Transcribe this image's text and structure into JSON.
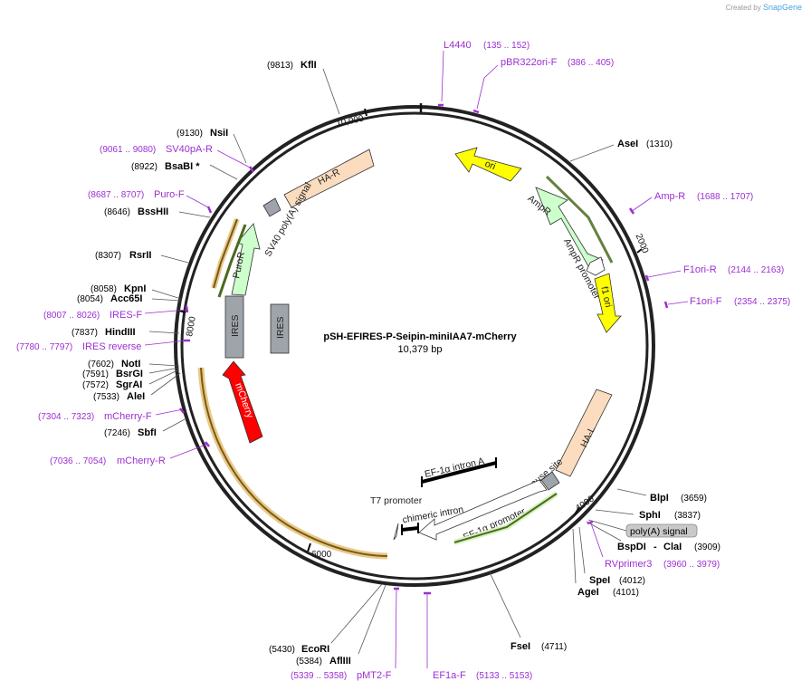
{
  "credit": {
    "prefix": "Created by",
    "brand": "SnapGene"
  },
  "plasmid": {
    "name": "pSH-EFIRES-P-Seipin-miniIAA7-mCherry",
    "size": "10,379 bp"
  },
  "ticks": [
    "2000",
    "4000",
    "6000",
    "8000",
    "10,000"
  ],
  "sites": [
    {
      "name": "KflI",
      "pos": "(9813)"
    },
    {
      "name": "AseI",
      "pos": "(1310)"
    },
    {
      "name": "NsiI",
      "pos": "(9130)"
    },
    {
      "name": "BsaBI *",
      "pos": "(8922)"
    },
    {
      "name": "BssHII",
      "pos": "(8646)"
    },
    {
      "name": "RsrII",
      "pos": "(8307)"
    },
    {
      "name": "KpnI",
      "pos": "(8058)"
    },
    {
      "name": "Acc65I",
      "pos": "(8054)"
    },
    {
      "name": "HindIII",
      "pos": "(7837)"
    },
    {
      "name": "NotI",
      "pos": "(7602)"
    },
    {
      "name": "BsrGI",
      "pos": "(7591)"
    },
    {
      "name": "SgrAI",
      "pos": "(7572)"
    },
    {
      "name": "AleI",
      "pos": "(7533)"
    },
    {
      "name": "SbfI",
      "pos": "(7246)"
    },
    {
      "name": "BlpI",
      "pos": "(3659)"
    },
    {
      "name": "SphI",
      "pos": "(3837)"
    },
    {
      "name": "BspDI",
      "pos": "(3909)"
    },
    {
      "name": "ClaI",
      "pos": ""
    },
    {
      "name": "SpeI",
      "pos": "(4012)"
    },
    {
      "name": "AgeI",
      "pos": "(4101)"
    },
    {
      "name": "FseI",
      "pos": "(4711)"
    },
    {
      "name": "EcoRI",
      "pos": "(5430)"
    },
    {
      "name": "AflIII",
      "pos": "(5384)"
    }
  ],
  "primers": [
    {
      "name": "L4440",
      "pos": "(135 .. 152)"
    },
    {
      "name": "pBR322ori-F",
      "pos": "(386 .. 405)"
    },
    {
      "name": "Amp-R",
      "pos": "(1688 .. 1707)"
    },
    {
      "name": "F1ori-R",
      "pos": "(2144 .. 2163)"
    },
    {
      "name": "F1ori-F",
      "pos": "(2354 .. 2375)"
    },
    {
      "name": "SV40pA-R",
      "pos": "(9061 .. 9080)"
    },
    {
      "name": "Puro-F",
      "pos": "(8687 .. 8707)"
    },
    {
      "name": "IRES-F",
      "pos": "(8007 .. 8026)"
    },
    {
      "name": "IRES reverse",
      "pos": "(7780 .. 7797)"
    },
    {
      "name": "mCherry-F",
      "pos": "(7304 .. 7323)"
    },
    {
      "name": "mCherry-R",
      "pos": "(7036 .. 7054)"
    },
    {
      "name": "RVprimer3",
      "pos": "(3960 .. 3979)"
    },
    {
      "name": "pMT2-F",
      "pos": "(5339 .. 5358)"
    },
    {
      "name": "EF1a-F",
      "pos": "(5133 .. 5153)"
    }
  ],
  "features": {
    "ori": "ori",
    "ampr": "AmpR",
    "ampr_promoter": "AmpR promoter",
    "f1_ori": "f1 ori",
    "ha_r": "HA-R",
    "sv40": "SV40 poly(A) signal",
    "puror": "PuroR",
    "ires": "IRES",
    "ires2": "IRES",
    "mcherry": "mCherry",
    "ha_l": "HA-L",
    "pause_site": "pause site",
    "ef1a_intron": "EF-1α intron A",
    "ef1a_promoter": "EF-1α promoter",
    "chimeric_intron": "chimeric intron",
    "t7_promoter": "T7 promoter",
    "polya_signal": "poly(A) signal"
  },
  "colors": {
    "backbone": "#222222",
    "ori": "#ffff00",
    "ampr": "#ccffcc",
    "ha": "#fbdcbf",
    "ires": "#9ea4aa",
    "mcherry": "#ff0000",
    "primer": "#9c2fd1",
    "orf_dark": "#4a6a1e",
    "orf_gold": "#7a5a12"
  }
}
